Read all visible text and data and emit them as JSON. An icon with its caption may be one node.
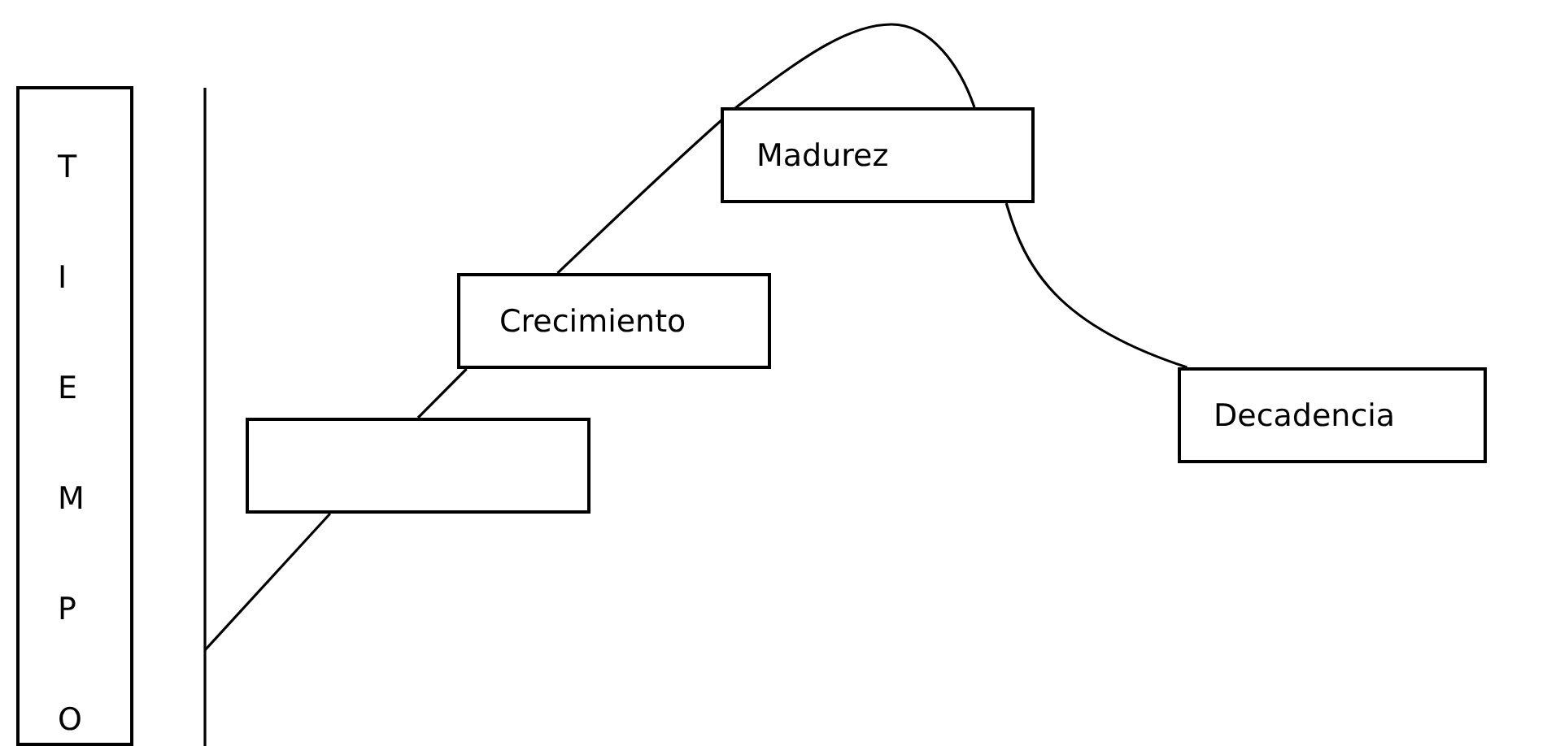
{
  "diagram": {
    "nodes": [
      {
        "text": [
          "TIEMPO"
        ]
      },
      {
        "text": [],
        "shape": "box"
      },
      {
        "text": [
          "Crecimiento"
        ]
      },
      {
        "text": [
          "Madurez"
        ]
      },
      {
        "text": [
          "Decadencia"
        ]
      }
    ],
    "edges": [
      {
        "from": null,
        "to": 1,
        "arrow": "none"
      },
      {
        "from": 1,
        "to": 2,
        "arrow": "none"
      },
      {
        "from": 2,
        "to": 3,
        "arrow": "none"
      },
      {
        "from": 3,
        "to": 4,
        "arrow": "none"
      }
    ]
  }
}
